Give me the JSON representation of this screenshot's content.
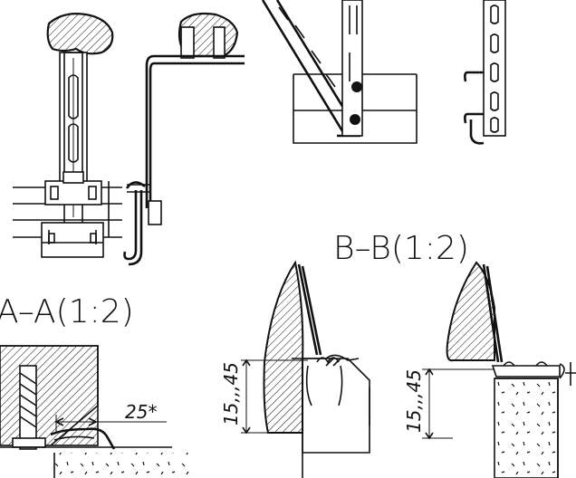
{
  "labels": {
    "section_bb": "B–B(1:2)",
    "section_aa": "A–A(1:2)",
    "dim_25": "25*",
    "dim_15_45_left": "15,,,45",
    "dim_15_45_right": "15,,,45"
  },
  "colors": {
    "line": "#111111",
    "background": "#ffffff"
  }
}
